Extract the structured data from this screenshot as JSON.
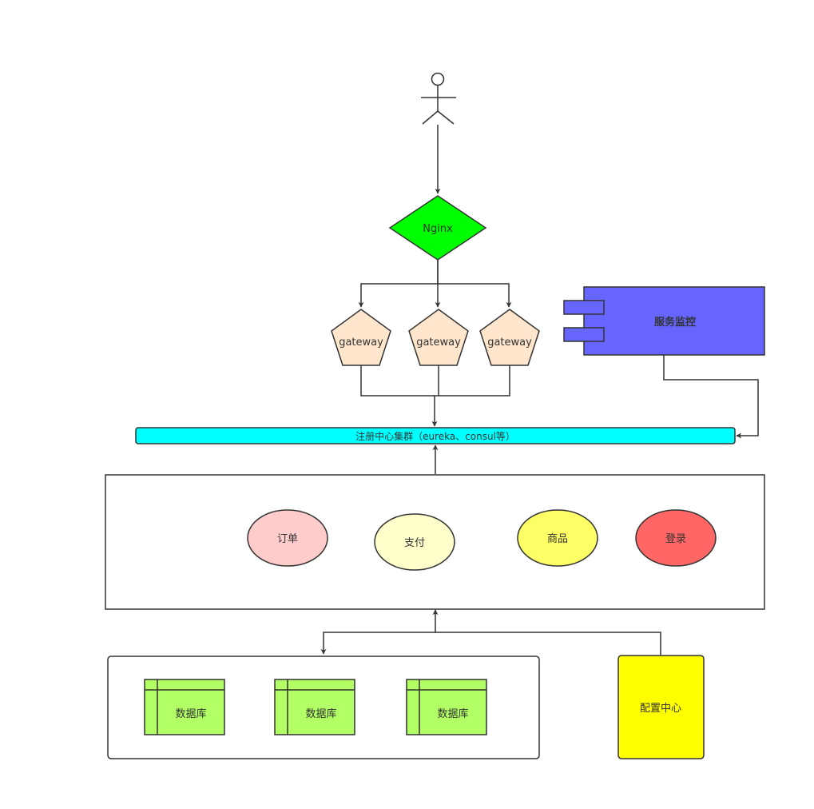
{
  "colors": {
    "stroke": "#333333",
    "nginx": "#00ff00",
    "gateway": "#ffe6cc",
    "monitor": "#6666ff",
    "registry": "#00ffff",
    "order": "#ffcccc",
    "payment": "#ffffcc",
    "product": "#ffff66",
    "login": "#ff6666",
    "database": "#b3ff66",
    "config": "#ffff00"
  },
  "nodes": {
    "user": {
      "shape": "actor",
      "label": ""
    },
    "nginx": {
      "shape": "diamond",
      "label": "Nginx"
    },
    "gateways": [
      {
        "shape": "pentagon",
        "label": "gateway"
      },
      {
        "shape": "pentagon",
        "label": "gateway"
      },
      {
        "shape": "pentagon",
        "label": "gateway"
      }
    ],
    "monitor": {
      "shape": "component",
      "label": "服务监控"
    },
    "registry": {
      "shape": "rounded-rectangle",
      "label": "注册中心集群（eureka、consul等）"
    },
    "services_container": {
      "shape": "rectangle",
      "label": ""
    },
    "services": [
      {
        "shape": "ellipse",
        "label": "订单"
      },
      {
        "shape": "ellipse",
        "label": "支付"
      },
      {
        "shape": "ellipse",
        "label": "商品"
      },
      {
        "shape": "ellipse",
        "label": "登录"
      }
    ],
    "database_container": {
      "shape": "rounded-rectangle",
      "label": ""
    },
    "databases": [
      {
        "shape": "internal-storage",
        "label": "数据库"
      },
      {
        "shape": "internal-storage",
        "label": "数据库"
      },
      {
        "shape": "internal-storage",
        "label": "数据库"
      }
    ],
    "config": {
      "shape": "rounded-rectangle",
      "label": "配置中心"
    }
  },
  "edges": [
    {
      "from": "user",
      "to": "nginx"
    },
    {
      "from": "nginx",
      "to": "gateways.0"
    },
    {
      "from": "nginx",
      "to": "gateways.1"
    },
    {
      "from": "nginx",
      "to": "gateways.2"
    },
    {
      "from": "gateways",
      "to": "registry"
    },
    {
      "from": "monitor",
      "to": "registry"
    },
    {
      "from": "services_container",
      "to": "registry"
    },
    {
      "from": "config",
      "to": "services_container"
    },
    {
      "from": "config",
      "to": "database_container"
    }
  ]
}
